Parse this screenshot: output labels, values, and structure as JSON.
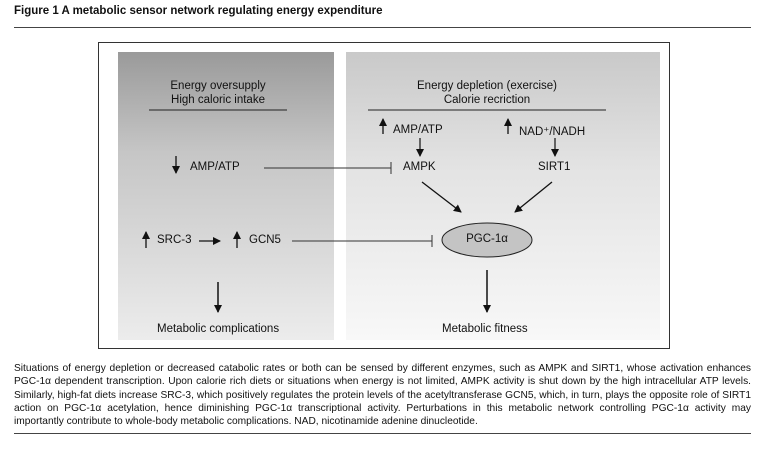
{
  "figure": {
    "title": "Figure 1 A metabolic sensor network regulating energy expenditure"
  },
  "left_panel": {
    "heading_line1": "Energy oversupply",
    "heading_line2": "High caloric intake",
    "amp_atp": "AMP/ATP",
    "src3": "SRC-3",
    "gcn5": "GCN5",
    "outcome": "Metabolic complications"
  },
  "right_panel": {
    "heading_line1": "Energy depletion (exercise)",
    "heading_line2": "Calorie recriction",
    "amp_atp": "AMP/ATP",
    "nad_nadh": "NAD⁺/NADH",
    "ampk": "AMPK",
    "sirt1": "SIRT1",
    "pgc1a": "PGC-1α",
    "outcome": "Metabolic fitness"
  },
  "caption": "Situations of energy depletion or decreased catabolic rates or both can be sensed by different enzymes, such as AMPK and SIRT1, whose activation enhances PGC-1α dependent transcription. Upon calorie rich diets or situations when energy is not limited, AMPK activity is shut down by the high intracellular ATP levels. Similarly, high-fat diets increase SRC-3, which positively regulates the protein levels of the acetyltransferase GCN5, which, in turn, plays the opposite role of SIRT1 action on PGC-1α acetylation, hence diminishing PGC-1α transcriptional activity. Perturbations in this metabolic network controlling PGC-1α activity may importantly contribute to whole-body metabolic complications. NAD, nicotinamide adenine dinucleotide."
}
